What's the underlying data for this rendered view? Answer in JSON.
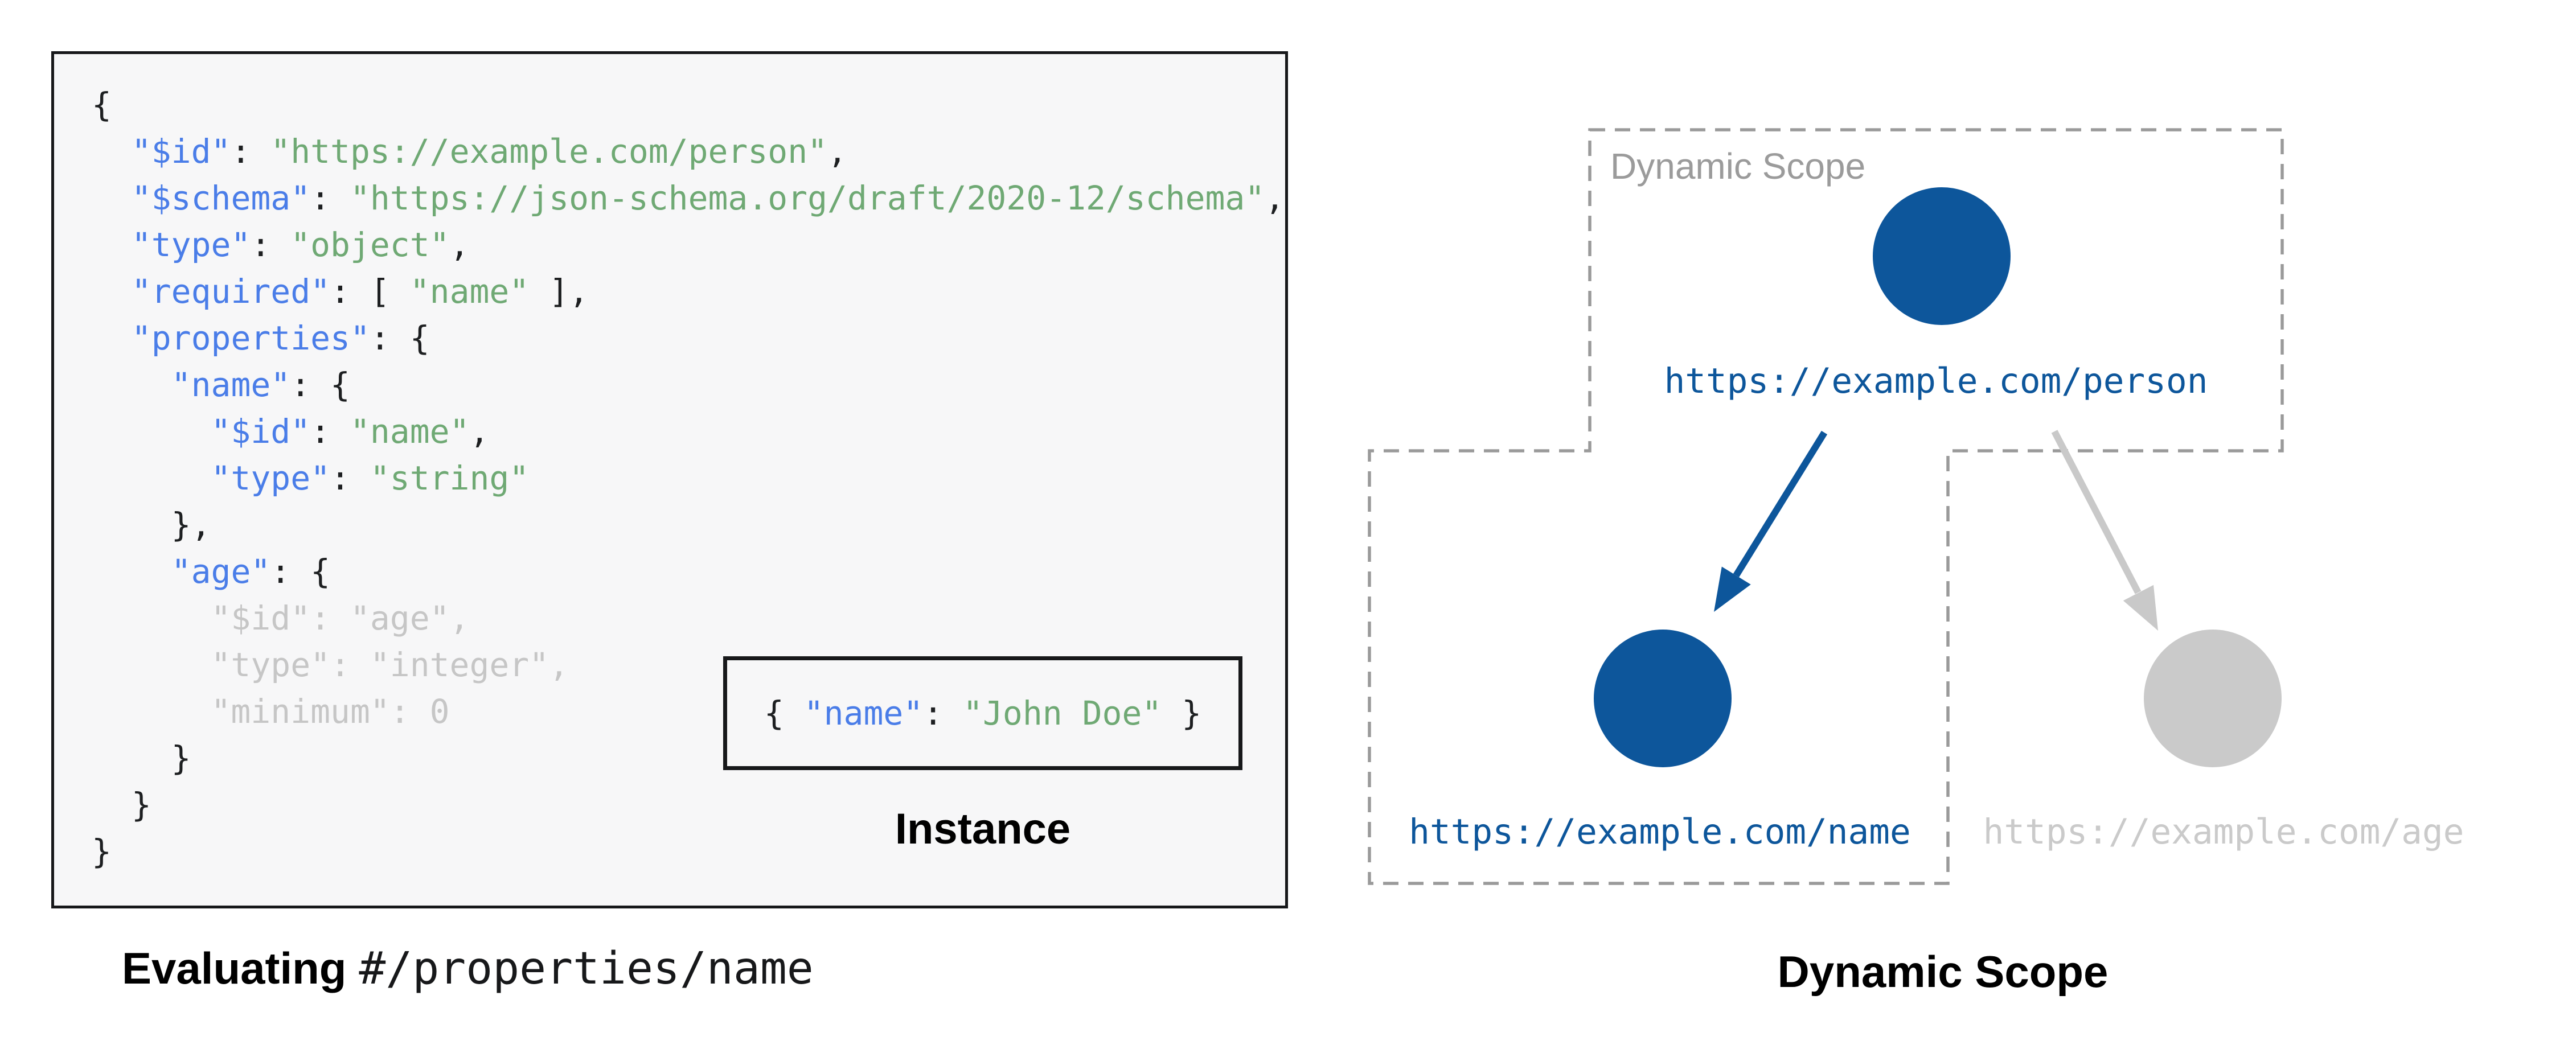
{
  "left_panel": {
    "code_lines": [
      [
        [
          "p",
          "{"
        ]
      ],
      [
        [
          "p",
          "  "
        ],
        [
          "k",
          "\"$id\""
        ],
        [
          "p",
          ": "
        ],
        [
          "s",
          "\"https://example.com/person\""
        ],
        [
          "p",
          ","
        ]
      ],
      [
        [
          "p",
          "  "
        ],
        [
          "k",
          "\"$schema\""
        ],
        [
          "p",
          ": "
        ],
        [
          "s",
          "\"https://json-schema.org/draft/2020-12/schema\""
        ],
        [
          "p",
          ","
        ]
      ],
      [
        [
          "p",
          "  "
        ],
        [
          "k",
          "\"type\""
        ],
        [
          "p",
          ": "
        ],
        [
          "s",
          "\"object\""
        ],
        [
          "p",
          ","
        ]
      ],
      [
        [
          "p",
          "  "
        ],
        [
          "k",
          "\"required\""
        ],
        [
          "p",
          ": [ "
        ],
        [
          "s",
          "\"name\""
        ],
        [
          "p",
          " ],"
        ]
      ],
      [
        [
          "p",
          "  "
        ],
        [
          "k",
          "\"properties\""
        ],
        [
          "p",
          ": {"
        ]
      ],
      [
        [
          "p",
          "    "
        ],
        [
          "k",
          "\"name\""
        ],
        [
          "p",
          ": {"
        ]
      ],
      [
        [
          "p",
          "      "
        ],
        [
          "k",
          "\"$id\""
        ],
        [
          "p",
          ": "
        ],
        [
          "s",
          "\"name\""
        ],
        [
          "p",
          ","
        ]
      ],
      [
        [
          "p",
          "      "
        ],
        [
          "k",
          "\"type\""
        ],
        [
          "p",
          ": "
        ],
        [
          "s",
          "\"string\""
        ]
      ],
      [
        [
          "p",
          "    },"
        ]
      ],
      [
        [
          "p",
          "    "
        ],
        [
          "k",
          "\"age\""
        ],
        [
          "p",
          ": {"
        ]
      ],
      [
        [
          "g",
          "      \"$id\": \"age\","
        ]
      ],
      [
        [
          "g",
          "      \"type\": \"integer\","
        ]
      ],
      [
        [
          "g",
          "      \"minimum\": 0"
        ]
      ],
      [
        [
          "p",
          "    }"
        ]
      ],
      [
        [
          "p",
          "  }"
        ]
      ],
      [
        [
          "p",
          "}"
        ]
      ]
    ],
    "instance_lines": [
      [
        [
          "p",
          "{ "
        ],
        [
          "k",
          "\"name\""
        ],
        [
          "p",
          ": "
        ],
        [
          "s",
          "\"John Doe\""
        ],
        [
          "p",
          " }"
        ]
      ]
    ],
    "instance_label": "Instance",
    "caption_bold": "Evaluating",
    "caption_pointer": "#/properties/name"
  },
  "right_panel": {
    "scope_label": "Dynamic Scope",
    "caption": "Dynamic Scope",
    "nodes": [
      {
        "id": "person",
        "url": "https://example.com/person",
        "state": "in-scope"
      },
      {
        "id": "name",
        "url": "https://example.com/name",
        "state": "in-scope"
      },
      {
        "id": "age",
        "url": "https://example.com/age",
        "state": "out-of-scope"
      }
    ]
  },
  "colors": {
    "key_blue": "#4a7de8",
    "string_green": "#6fa974",
    "muted_code_gray": "#c6c6c6",
    "node_blue": "#0d569b",
    "node_gray": "#cacaca",
    "dashed_outline_gray": "#9a9a9a",
    "panel_background": "#f7f7f8"
  }
}
